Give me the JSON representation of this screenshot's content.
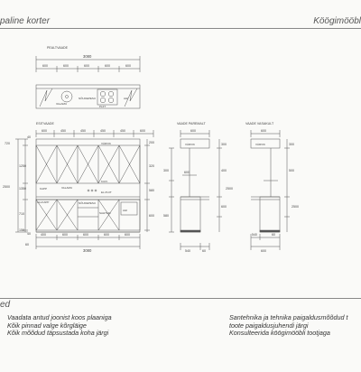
{
  "header": {
    "left_title": "paline korter",
    "right_title": "Köögimööbl"
  },
  "plan_view": {
    "title": "PEALTVAADE",
    "overall": "3080",
    "segments": [
      "600",
      "600",
      "600",
      "600",
      "600"
    ],
    "labels": [
      "VALAMU",
      "NÕUDEPESU",
      "PLIIT",
      "AHI"
    ]
  },
  "front_view": {
    "title": "ESITVAADE",
    "top_dims": [
      "600",
      "450",
      "450",
      "450",
      "450",
      "600"
    ],
    "bottom_dims": [
      "400",
      "600",
      "600",
      "600",
      "600"
    ],
    "overall": "3080",
    "left_dims": [
      "720",
      "1250",
      "1350",
      "710",
      "150"
    ],
    "left_total": "2500",
    "right_dims": [
      "200",
      "320",
      "580",
      "600"
    ],
    "labels": [
      "VÄRVIK",
      "KUIV.",
      "VALAMU",
      "ALLKAPP",
      "NÕUDEPESU",
      "SAHTLID",
      "EL.PLIIT",
      "AHI",
      "KAPP"
    ],
    "small_left": [
      "40",
      "40",
      "60"
    ]
  },
  "side_left": {
    "title": "VAADE PAREMALT",
    "top_dim": "600",
    "label": "VÄRVIK",
    "dims_right": [
      "300",
      "400",
      "600",
      "2500"
    ],
    "dims_left": [
      "300",
      "580"
    ],
    "bottom_dims": [
      "540",
      "60"
    ],
    "mid_label": "600"
  },
  "side_right": {
    "title": "VAADE VASAKULT",
    "top_dim": "600",
    "label": "VÄRVIK",
    "dims_right": [
      "300",
      "500",
      "2500"
    ],
    "bottom_dims": [
      "540",
      "60"
    ],
    "bottom_total": "600"
  },
  "section_title": "ed",
  "notes_left": [
    "Vaadata antud joonist koos plaaniga",
    "Kõik pinnad valge kõrgläige",
    "Kõik mõõdud täpsustada koha järgi"
  ],
  "notes_right": [
    "Santehnika ja tehnika paigaldusmõõdud t",
    "toote paigaldusjuhendi järgi",
    "Konsulteerida köögimööbli tootjaga"
  ]
}
